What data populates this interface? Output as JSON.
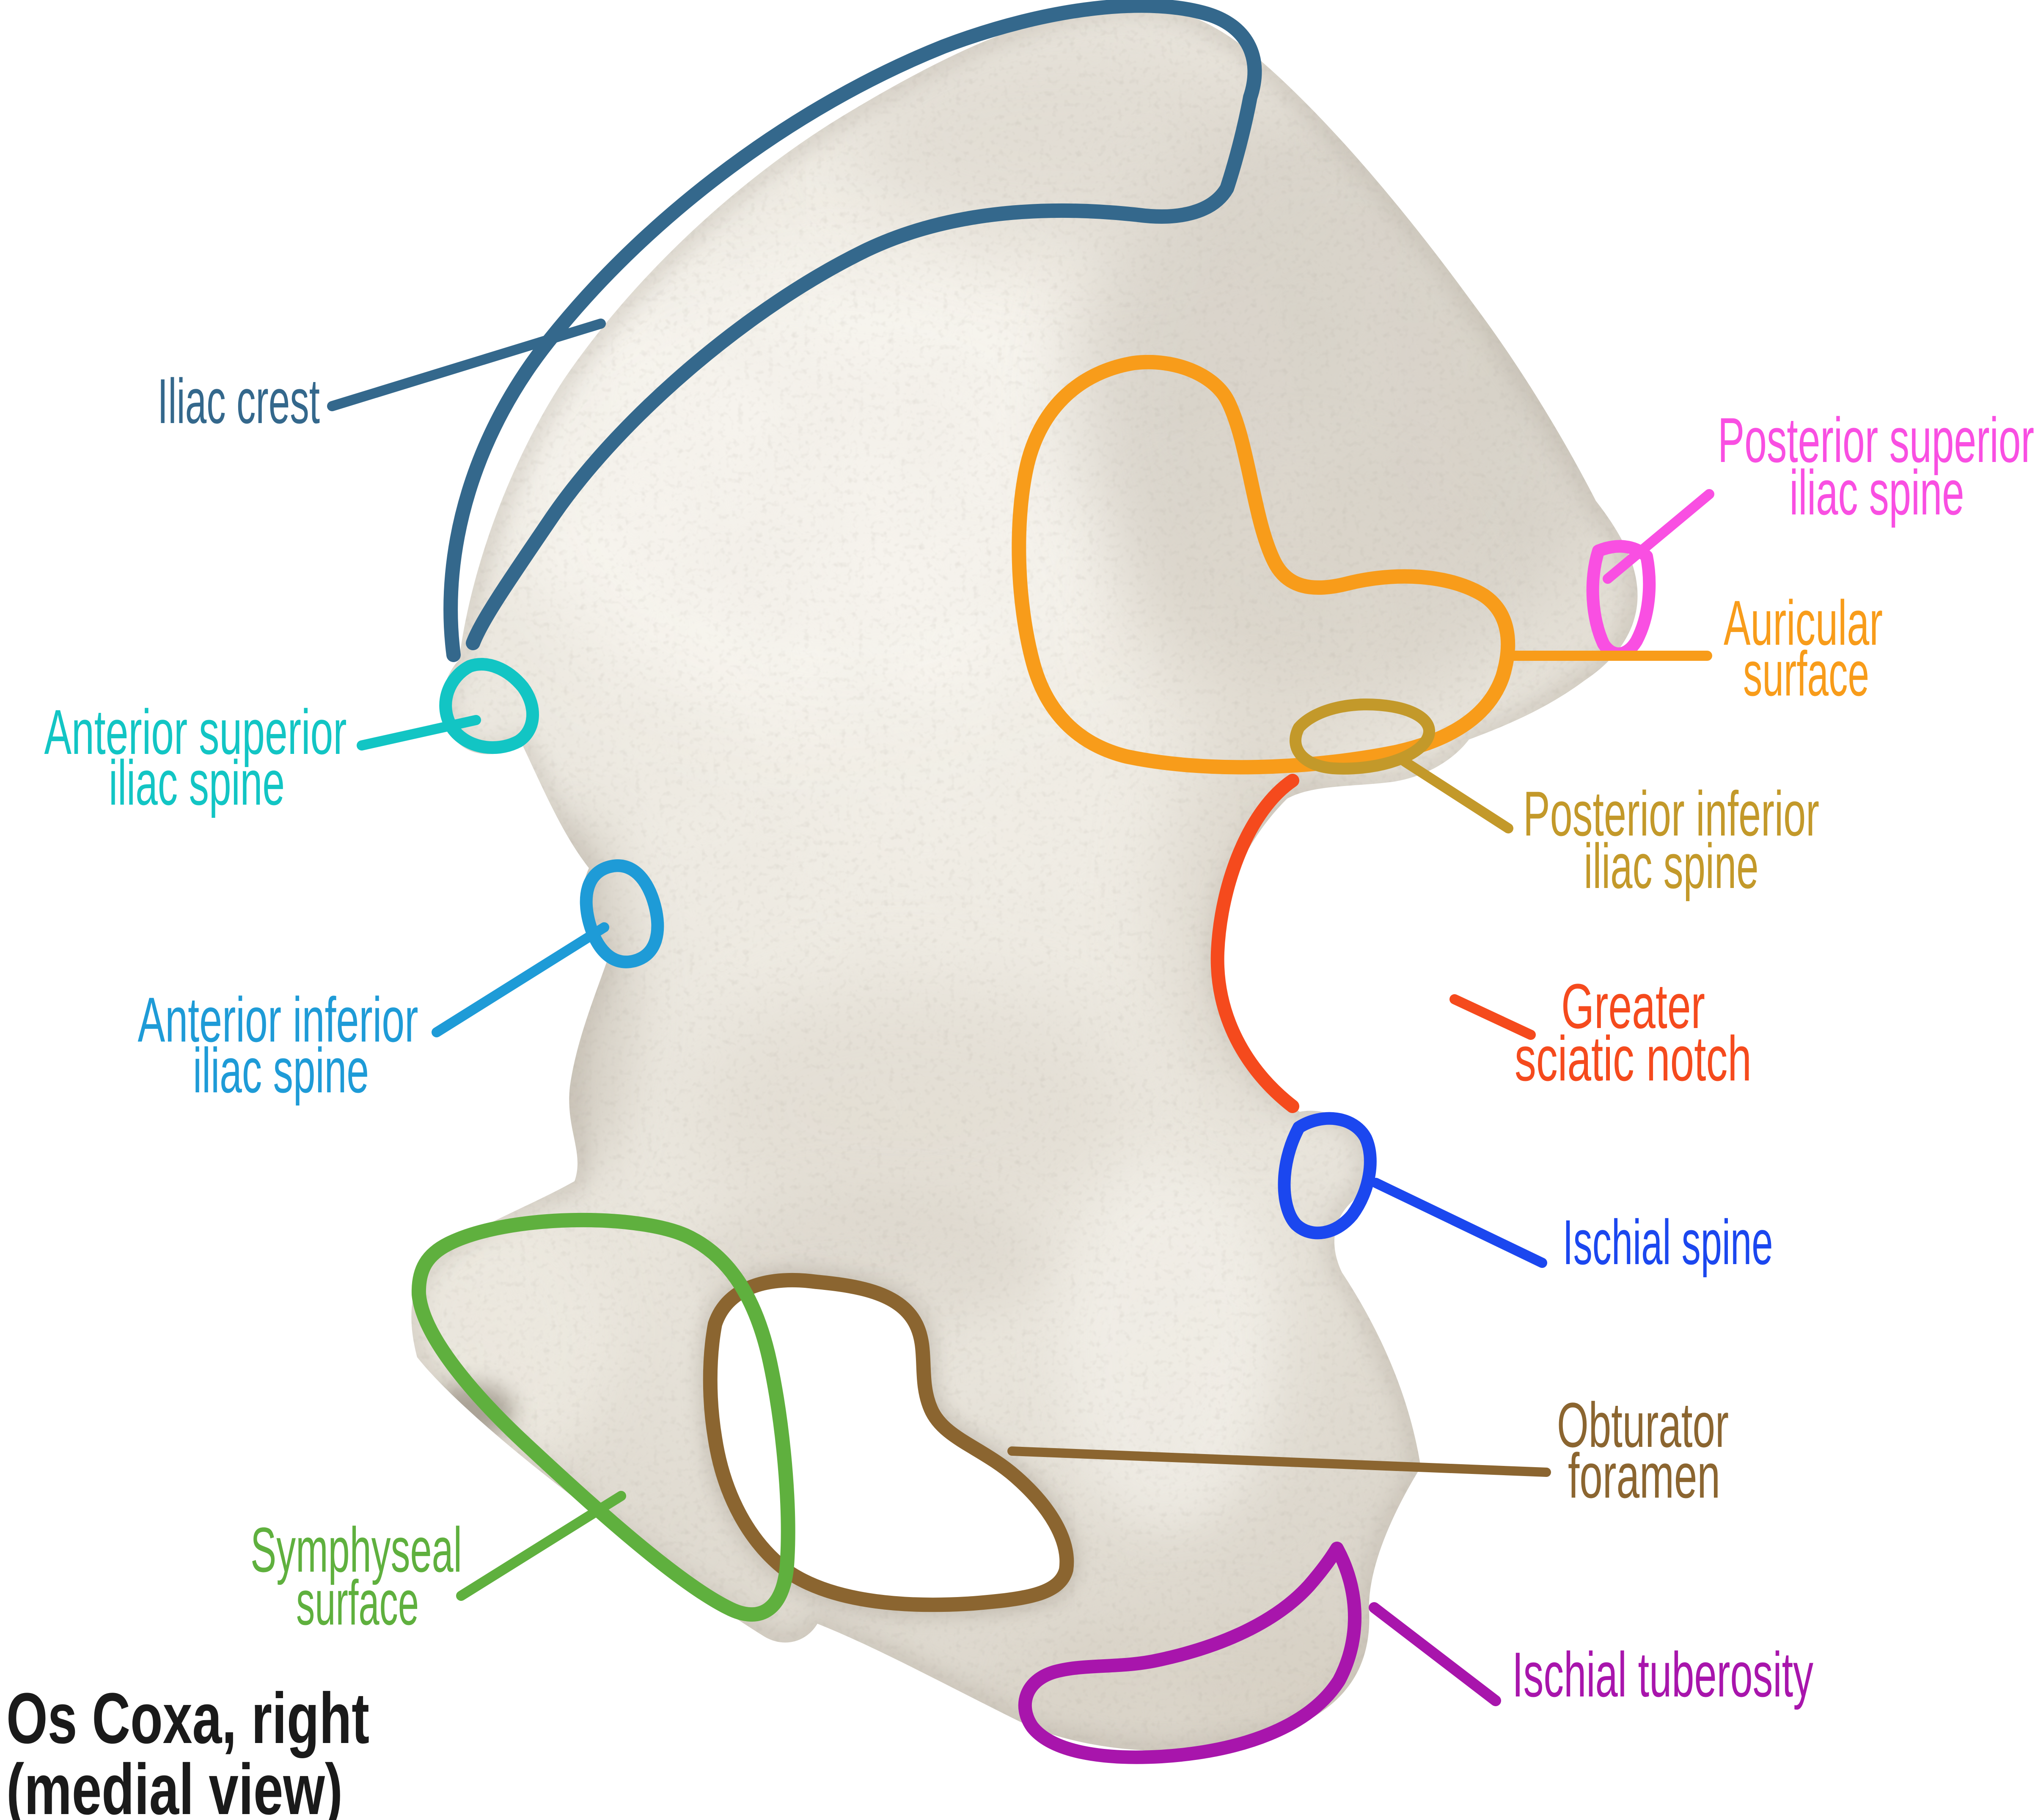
{
  "figure": {
    "title_line1": "Os Coxa, right",
    "title_line2": "(medial view)",
    "title_color": "#1a1a1a",
    "background": "#ffffff",
    "bone_fill": "#e9e5dc",
    "bone_highlight": "#f6f3ec",
    "bone_shadow": "#cfc8bc"
  },
  "labels": {
    "iliac_crest": {
      "line1": "Iliac crest",
      "color": "#34688c"
    },
    "anterior_superior_iliac_spine": {
      "line1": "Anterior superior",
      "line2": "iliac spine",
      "color": "#12c5c4"
    },
    "anterior_inferior_iliac_spine": {
      "line1": "Anterior inferior",
      "line2": "iliac spine",
      "color": "#1e9bd7"
    },
    "symphyseal_surface": {
      "line1": "Symphyseal",
      "line2": "surface",
      "color": "#5fb03e"
    },
    "posterior_superior_iliac_spine": {
      "line1": "Posterior superior",
      "line2": "iliac spine",
      "color": "#f94fe2"
    },
    "auricular_surface": {
      "line1": "Auricular",
      "line2": "surface",
      "color": "#f89c1a"
    },
    "posterior_inferior_iliac_spine": {
      "line1": "Posterior inferior",
      "line2": "iliac spine",
      "color": "#c3992a"
    },
    "greater_sciatic_notch": {
      "line1": "Greater",
      "line2": "sciatic notch",
      "color": "#f54a1d"
    },
    "ischial_spine": {
      "line1": "Ischial spine",
      "color": "#1b47ef"
    },
    "obturator_foramen": {
      "line1": "Obturator",
      "line2": "foramen",
      "color": "#8b6530"
    },
    "ischial_tuberosity": {
      "line1": "Ischial tuberosity",
      "color": "#a815ac"
    }
  }
}
